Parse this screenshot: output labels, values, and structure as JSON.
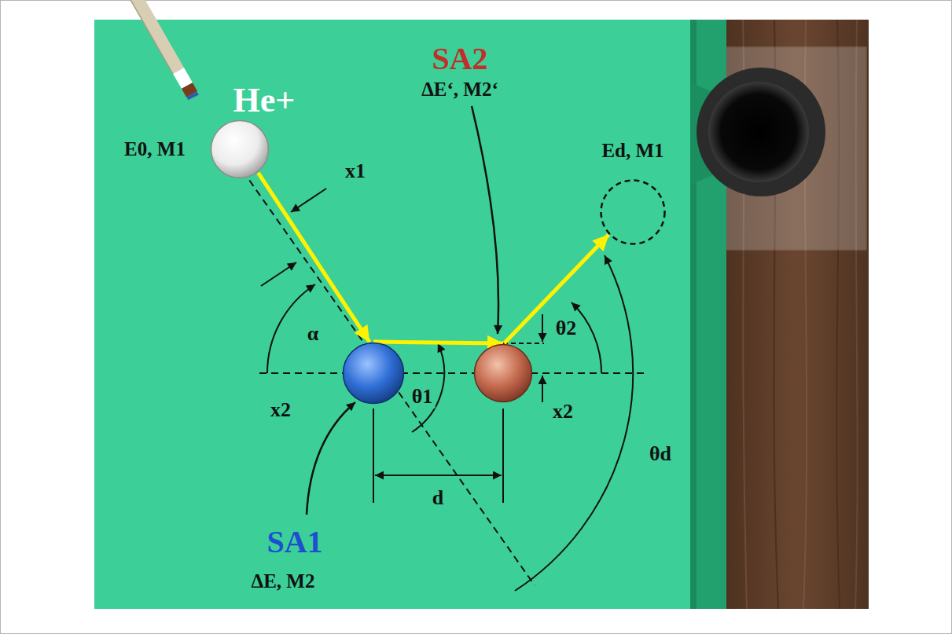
{
  "diagram": {
    "nodes": [
      {
        "text": [
          "He+",
          "E0, M1"
        ]
      },
      {
        "text": [
          "SA1",
          "ΔE, M2"
        ]
      },
      {
        "text": [
          "SA2",
          "ΔE‘, M2‘"
        ]
      },
      {
        "text": [
          "Ed, M1"
        ]
      }
    ],
    "edges": [
      {
        "from": 0,
        "to": 1,
        "arrow": "to"
      },
      {
        "from": 1,
        "to": 2,
        "arrow": "to"
      },
      {
        "from": 2,
        "to": 3,
        "arrow": "to"
      }
    ],
    "labels": [
      "x1",
      "α",
      "θ1",
      "θ2",
      "x2",
      "x2",
      "d",
      "θd"
    ]
  }
}
